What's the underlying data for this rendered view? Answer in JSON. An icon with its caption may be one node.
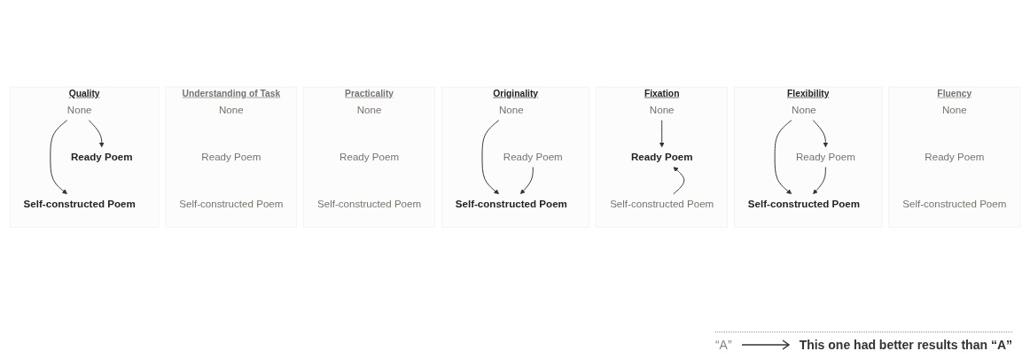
{
  "diagram": {
    "nodes": [
      {
        "text": [
          "Fluency"
        ]
      },
      {
        "text": [
          "None"
        ],
        "in": 0
      },
      {
        "text": [
          "Ready Poem"
        ],
        "in": 0
      },
      {
        "text": [
          "Self-constructed Poem"
        ],
        "in": 0
      },
      {
        "text": [
          "Flexibility"
        ]
      },
      {
        "text": [
          "None"
        ],
        "in": 4
      },
      {
        "text": [
          "Ready Poem"
        ],
        "in": 4
      },
      {
        "text": [
          "Self-constructed Poem"
        ],
        "in": 4
      },
      {
        "text": [
          "Fixation"
        ]
      },
      {
        "text": [
          "None"
        ],
        "in": 8
      },
      {
        "text": [
          "Ready Poem"
        ],
        "in": 8
      },
      {
        "text": [
          "Self-constructed Poem"
        ],
        "in": 8
      },
      {
        "text": [
          "Originality"
        ]
      },
      {
        "text": [
          "None"
        ],
        "in": 12
      },
      {
        "text": [
          "Ready Poem"
        ],
        "in": 12
      },
      {
        "text": [
          "Self-constructed Poem"
        ],
        "in": 12
      },
      {
        "text": [
          "Practicality"
        ]
      },
      {
        "text": [
          "None"
        ],
        "in": 16
      },
      {
        "text": [
          "Ready Poem"
        ],
        "in": 16
      },
      {
        "text": [
          "Self-constructed Poem"
        ],
        "in": 16
      },
      {
        "text": [
          "Understanding of Task"
        ]
      },
      {
        "text": [
          "None"
        ],
        "in": 20
      },
      {
        "text": [
          "Ready Poem"
        ],
        "in": 20
      },
      {
        "text": [
          "Self-constructed Poem"
        ],
        "in": 20
      },
      {
        "text": [
          "Quality"
        ]
      },
      {
        "text": [
          "None"
        ],
        "in": 24
      },
      {
        "text": [
          "Ready Poem"
        ],
        "in": 24
      },
      {
        "text": [
          "Self-constructed Poem"
        ],
        "in": 24
      }
    ],
    "edges": [
      {
        "from": 5,
        "to": 6,
        "arrow": "to"
      },
      {
        "from": 5,
        "to": 7,
        "arrow": "to"
      },
      {
        "from": 6,
        "to": 7,
        "arrow": "to"
      },
      {
        "from": 9,
        "to": 10,
        "arrow": "to"
      },
      {
        "from": 11,
        "to": 10,
        "arrow": "to"
      },
      {
        "from": 13,
        "to": 15,
        "arrow": "to"
      },
      {
        "from": 14,
        "to": 15,
        "arrow": "to"
      },
      {
        "from": 25,
        "to": 26,
        "arrow": "to"
      },
      {
        "from": 25,
        "to": 27,
        "arrow": "to"
      }
    ],
    "labels": [
      "“A”"
    ],
    "legend": [
      {
        "text": "This one had better results than “A”"
      }
    ]
  }
}
